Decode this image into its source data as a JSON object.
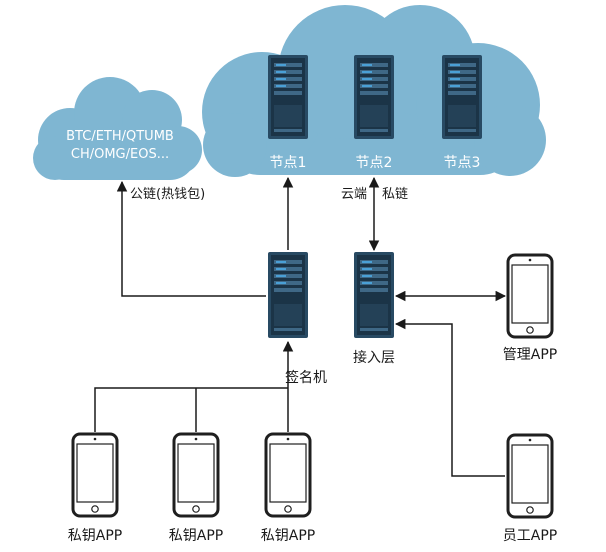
{
  "colors": {
    "cloud": "#7fb6d2",
    "server_body": "#284a63",
    "server_dark": "#1b3447",
    "server_light": "#3f6886",
    "server_accent": "#4aa0d6",
    "line": "#1a1a1a",
    "phone_border": "#1f1f1f"
  },
  "cloud_left": {
    "text_line1": "BTC/ETH/QTUMB",
    "text_line2": "CH/OMG/EOS..."
  },
  "cloud_main": {
    "nodes": [
      {
        "label": "节点1"
      },
      {
        "label": "节点2"
      },
      {
        "label": "节点3"
      }
    ]
  },
  "labels": {
    "public_chain": "公链(热钱包)",
    "cloud_side": "云端",
    "private_chain": "私链",
    "signer": "签名机",
    "access_layer": "接入层"
  },
  "apps": {
    "admin": "管理APP",
    "staff": "员工APP",
    "private_keys": [
      "私钥APP",
      "私钥APP",
      "私钥APP"
    ]
  },
  "icons": {
    "server": "server-icon",
    "phone": "smartphone-icon",
    "cloud": "cloud-shape"
  }
}
